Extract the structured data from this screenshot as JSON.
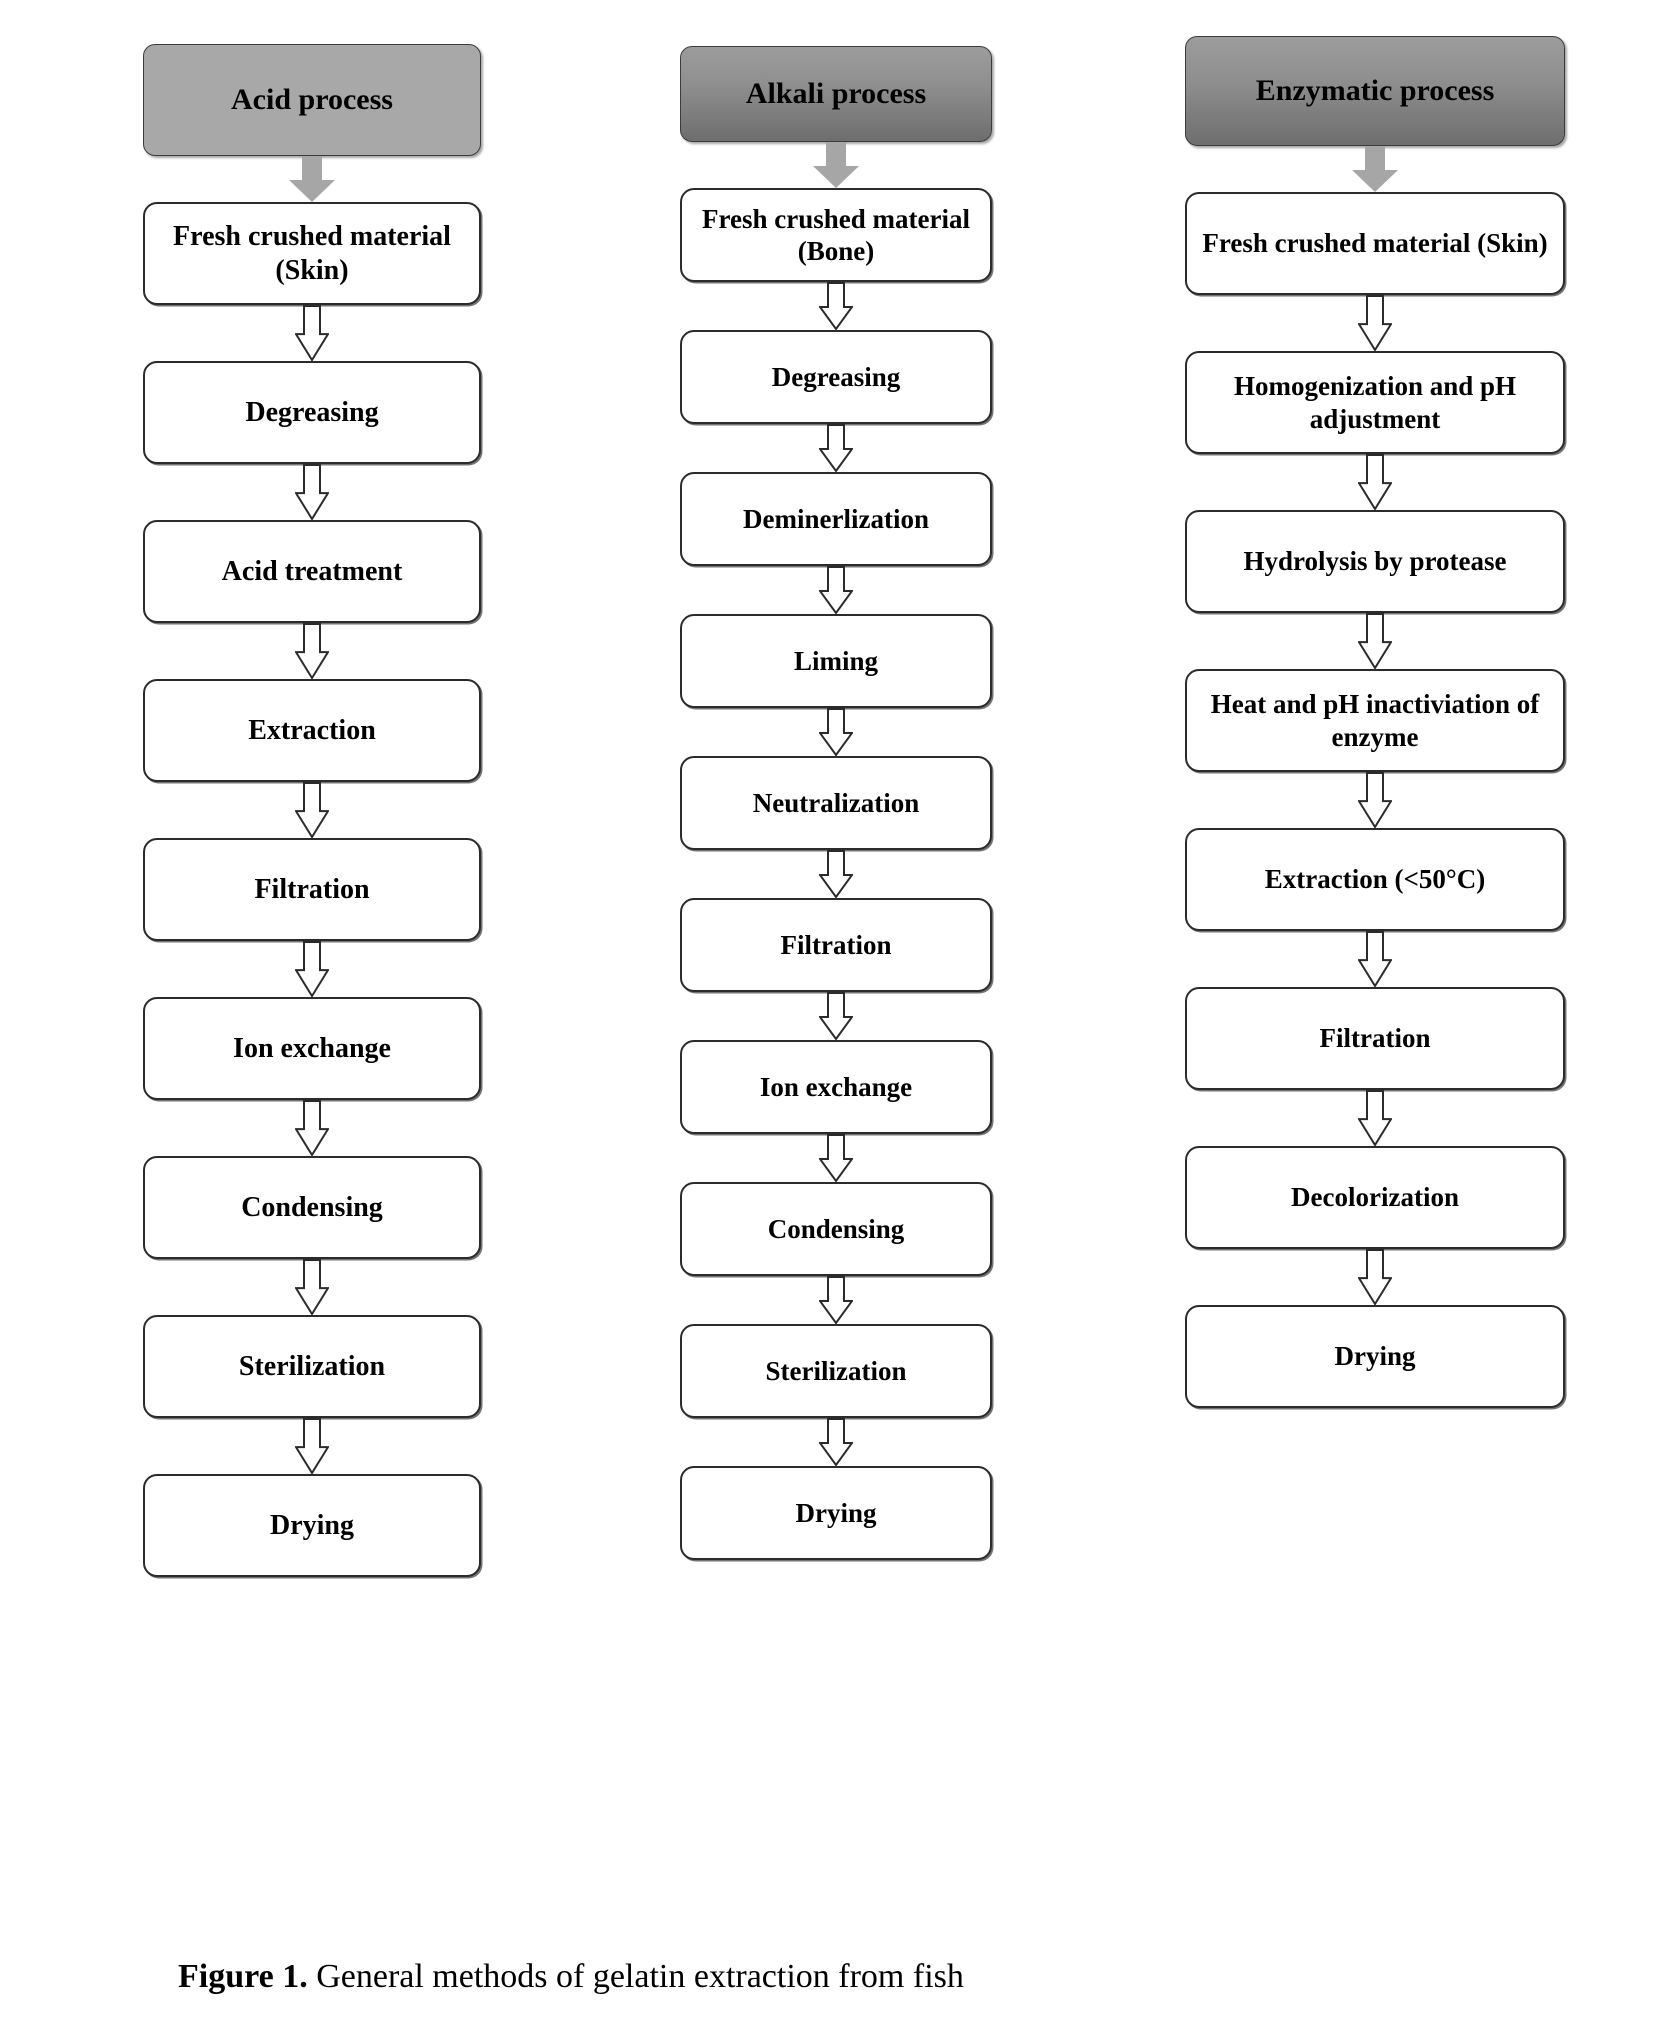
{
  "figure": {
    "caption_label": "Figure 1.",
    "caption_text": " General methods of gelatin extraction from fish"
  },
  "colors": {
    "header_fill_light": "#a8a8a8",
    "header_fill_dark": "#6e6e6e",
    "box_border": "#2b2b2b",
    "box_fill": "#ffffff",
    "arrow_gray": "#a6a6a6",
    "text": "#000000"
  },
  "icons": {
    "process_start_arrow": "down-block-arrow-solid-icon",
    "step_arrow": "down-block-arrow-outline-icon"
  },
  "columns": [
    {
      "id": "acid",
      "header": "Acid process",
      "header_style": "flat-gray",
      "box_heights": [
        103,
        103,
        103,
        103,
        103,
        103,
        103,
        103,
        103
      ],
      "steps": [
        "Fresh crushed material  (Skin)",
        "Degreasing",
        "Acid treatment",
        "Extraction",
        "Filtration",
        "Ion exchange",
        "Condensing",
        "Sterilization",
        "Drying"
      ]
    },
    {
      "id": "alkali",
      "header": "Alkali process",
      "header_style": "gradient-gray",
      "box_heights": [
        94,
        94,
        94,
        94,
        94,
        94,
        94,
        94,
        94,
        94
      ],
      "steps": [
        "Fresh crushed material (Bone)",
        "Degreasing",
        "Deminerlization",
        "Liming",
        "Neutralization",
        "Filtration",
        "Ion exchange",
        "Condensing",
        "Sterilization",
        "Drying"
      ]
    },
    {
      "id": "enzymatic",
      "header": "Enzymatic process",
      "header_style": "gradient-gray",
      "box_heights": [
        103,
        103,
        103,
        103,
        103,
        103,
        103,
        103
      ],
      "steps": [
        "Fresh crushed material (Skin)",
        "Homogenization and pH adjustment",
        "Hydrolysis by protease",
        "Heat and pH inactiviation of enzyme",
        "Extraction (<50°C)",
        "Filtration",
        "Decolorization",
        "Drying"
      ]
    }
  ]
}
